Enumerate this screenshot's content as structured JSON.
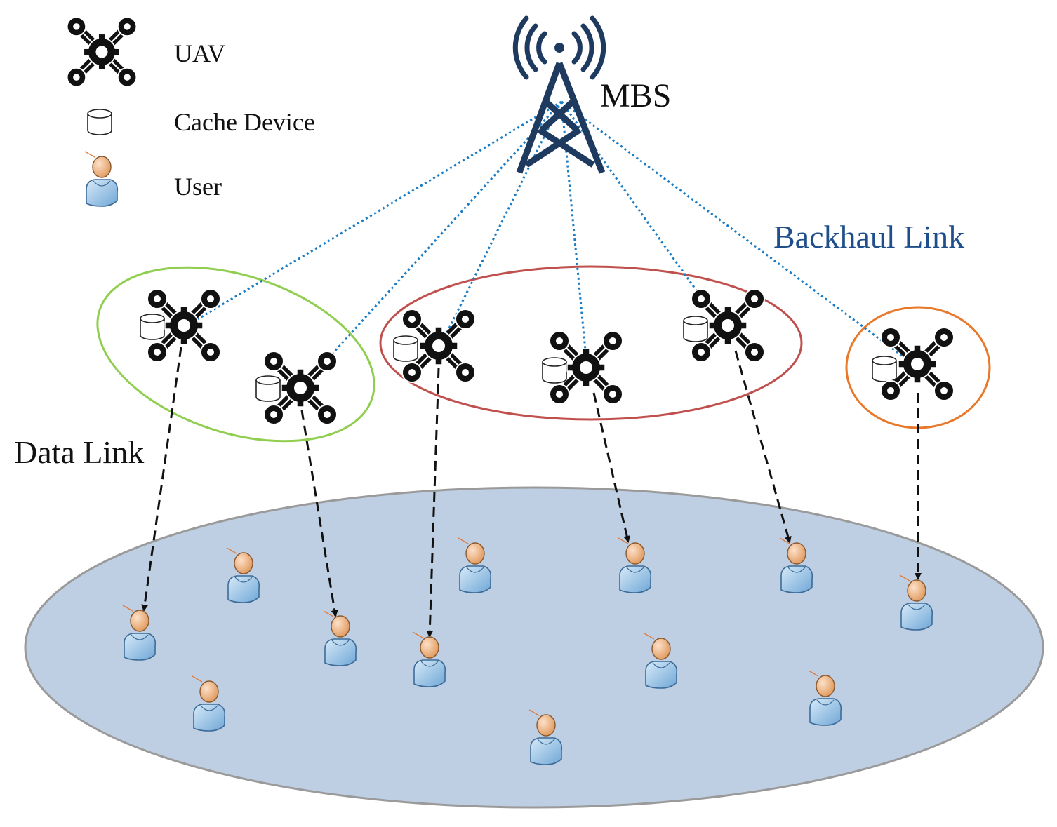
{
  "legend": {
    "uav": "UAV",
    "cache": "Cache Device",
    "user": "User"
  },
  "labels": {
    "mbs": "MBS",
    "backhaul": "Backhaul Link",
    "data": "Data Link"
  },
  "colors": {
    "ground": "#bfcfe3",
    "ground_stroke": "#9a9a9a",
    "tower": "#1f3a5f",
    "backhaul_link": "#1a7cc4",
    "data_link": "#111111",
    "cluster_green": "#8fce4f",
    "cluster_red": "#c0504d",
    "cluster_orange": "#e8782a",
    "backhaul_text": "#1f4e8c",
    "user_head": "#f4b183",
    "user_body": "#9dc3e6"
  },
  "icons": {
    "uav": "drone-icon",
    "cache": "cylinder-icon",
    "user": "person-icon",
    "mbs": "cell-tower-icon"
  }
}
